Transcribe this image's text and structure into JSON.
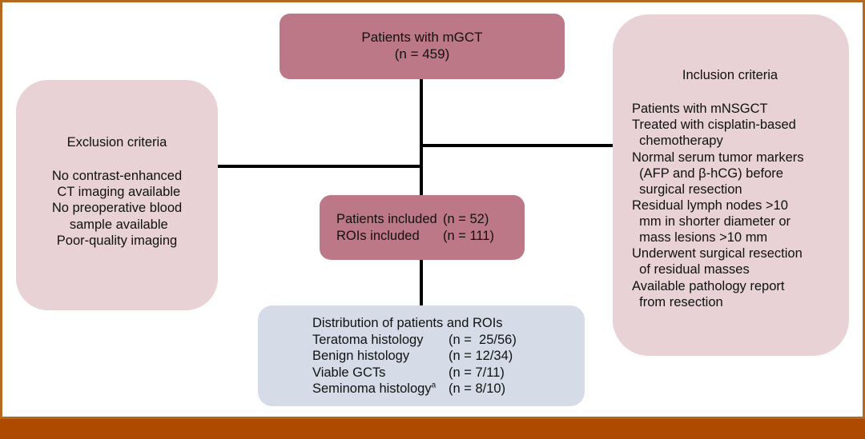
{
  "figure": {
    "type": "flowchart",
    "colors": {
      "box_dark_pink": "#bc7886",
      "box_light_pink": "#e8d2d5",
      "box_blue": "#d5dce8",
      "frame_thin": "#b4691f",
      "frame_bar": "#ad4a00",
      "connector": "#000000",
      "text": "#111111"
    }
  },
  "top_box": {
    "line1": "Patients with mGCT",
    "line2": "(n = 459)"
  },
  "exclusion_box": {
    "title": "Exclusion criteria",
    "lines": [
      "No contrast-enhanced",
      " CT imaging available",
      "No preoperative blood",
      " sample available",
      "Poor-quality imaging"
    ]
  },
  "inclusion_box": {
    "title": "Inclusion criteria",
    "lines": [
      "Patients with mNSGCT",
      "Treated with cisplatin-based",
      "  chemotherapy",
      "Normal serum tumor markers",
      "  (AFP and β-hCG) before",
      "  surgical resection",
      "Residual lymph nodes >10",
      "  mm in shorter diameter or",
      "  mass lesions >10 mm",
      "Underwent surgical resection",
      "  of residual masses",
      "Available pathology report",
      "  from resection"
    ]
  },
  "included_box": {
    "rows": [
      {
        "label": "Patients included",
        "value": "(n = 52)"
      },
      {
        "label": "ROIs included",
        "value": "(n = 111)"
      }
    ]
  },
  "distribution_box": {
    "heading": "Distribution of patients and ROIs",
    "rows": [
      {
        "label": "Teratoma histology",
        "value": "(n =  25/56)"
      },
      {
        "label": "Benign histology",
        "value": "(n = 12/34)"
      },
      {
        "label": "Viable GCTs",
        "value": "(n = 7/11)"
      },
      {
        "label": "Seminoma histology",
        "label_sup": "a",
        "value": "(n = 8/10)"
      }
    ]
  }
}
